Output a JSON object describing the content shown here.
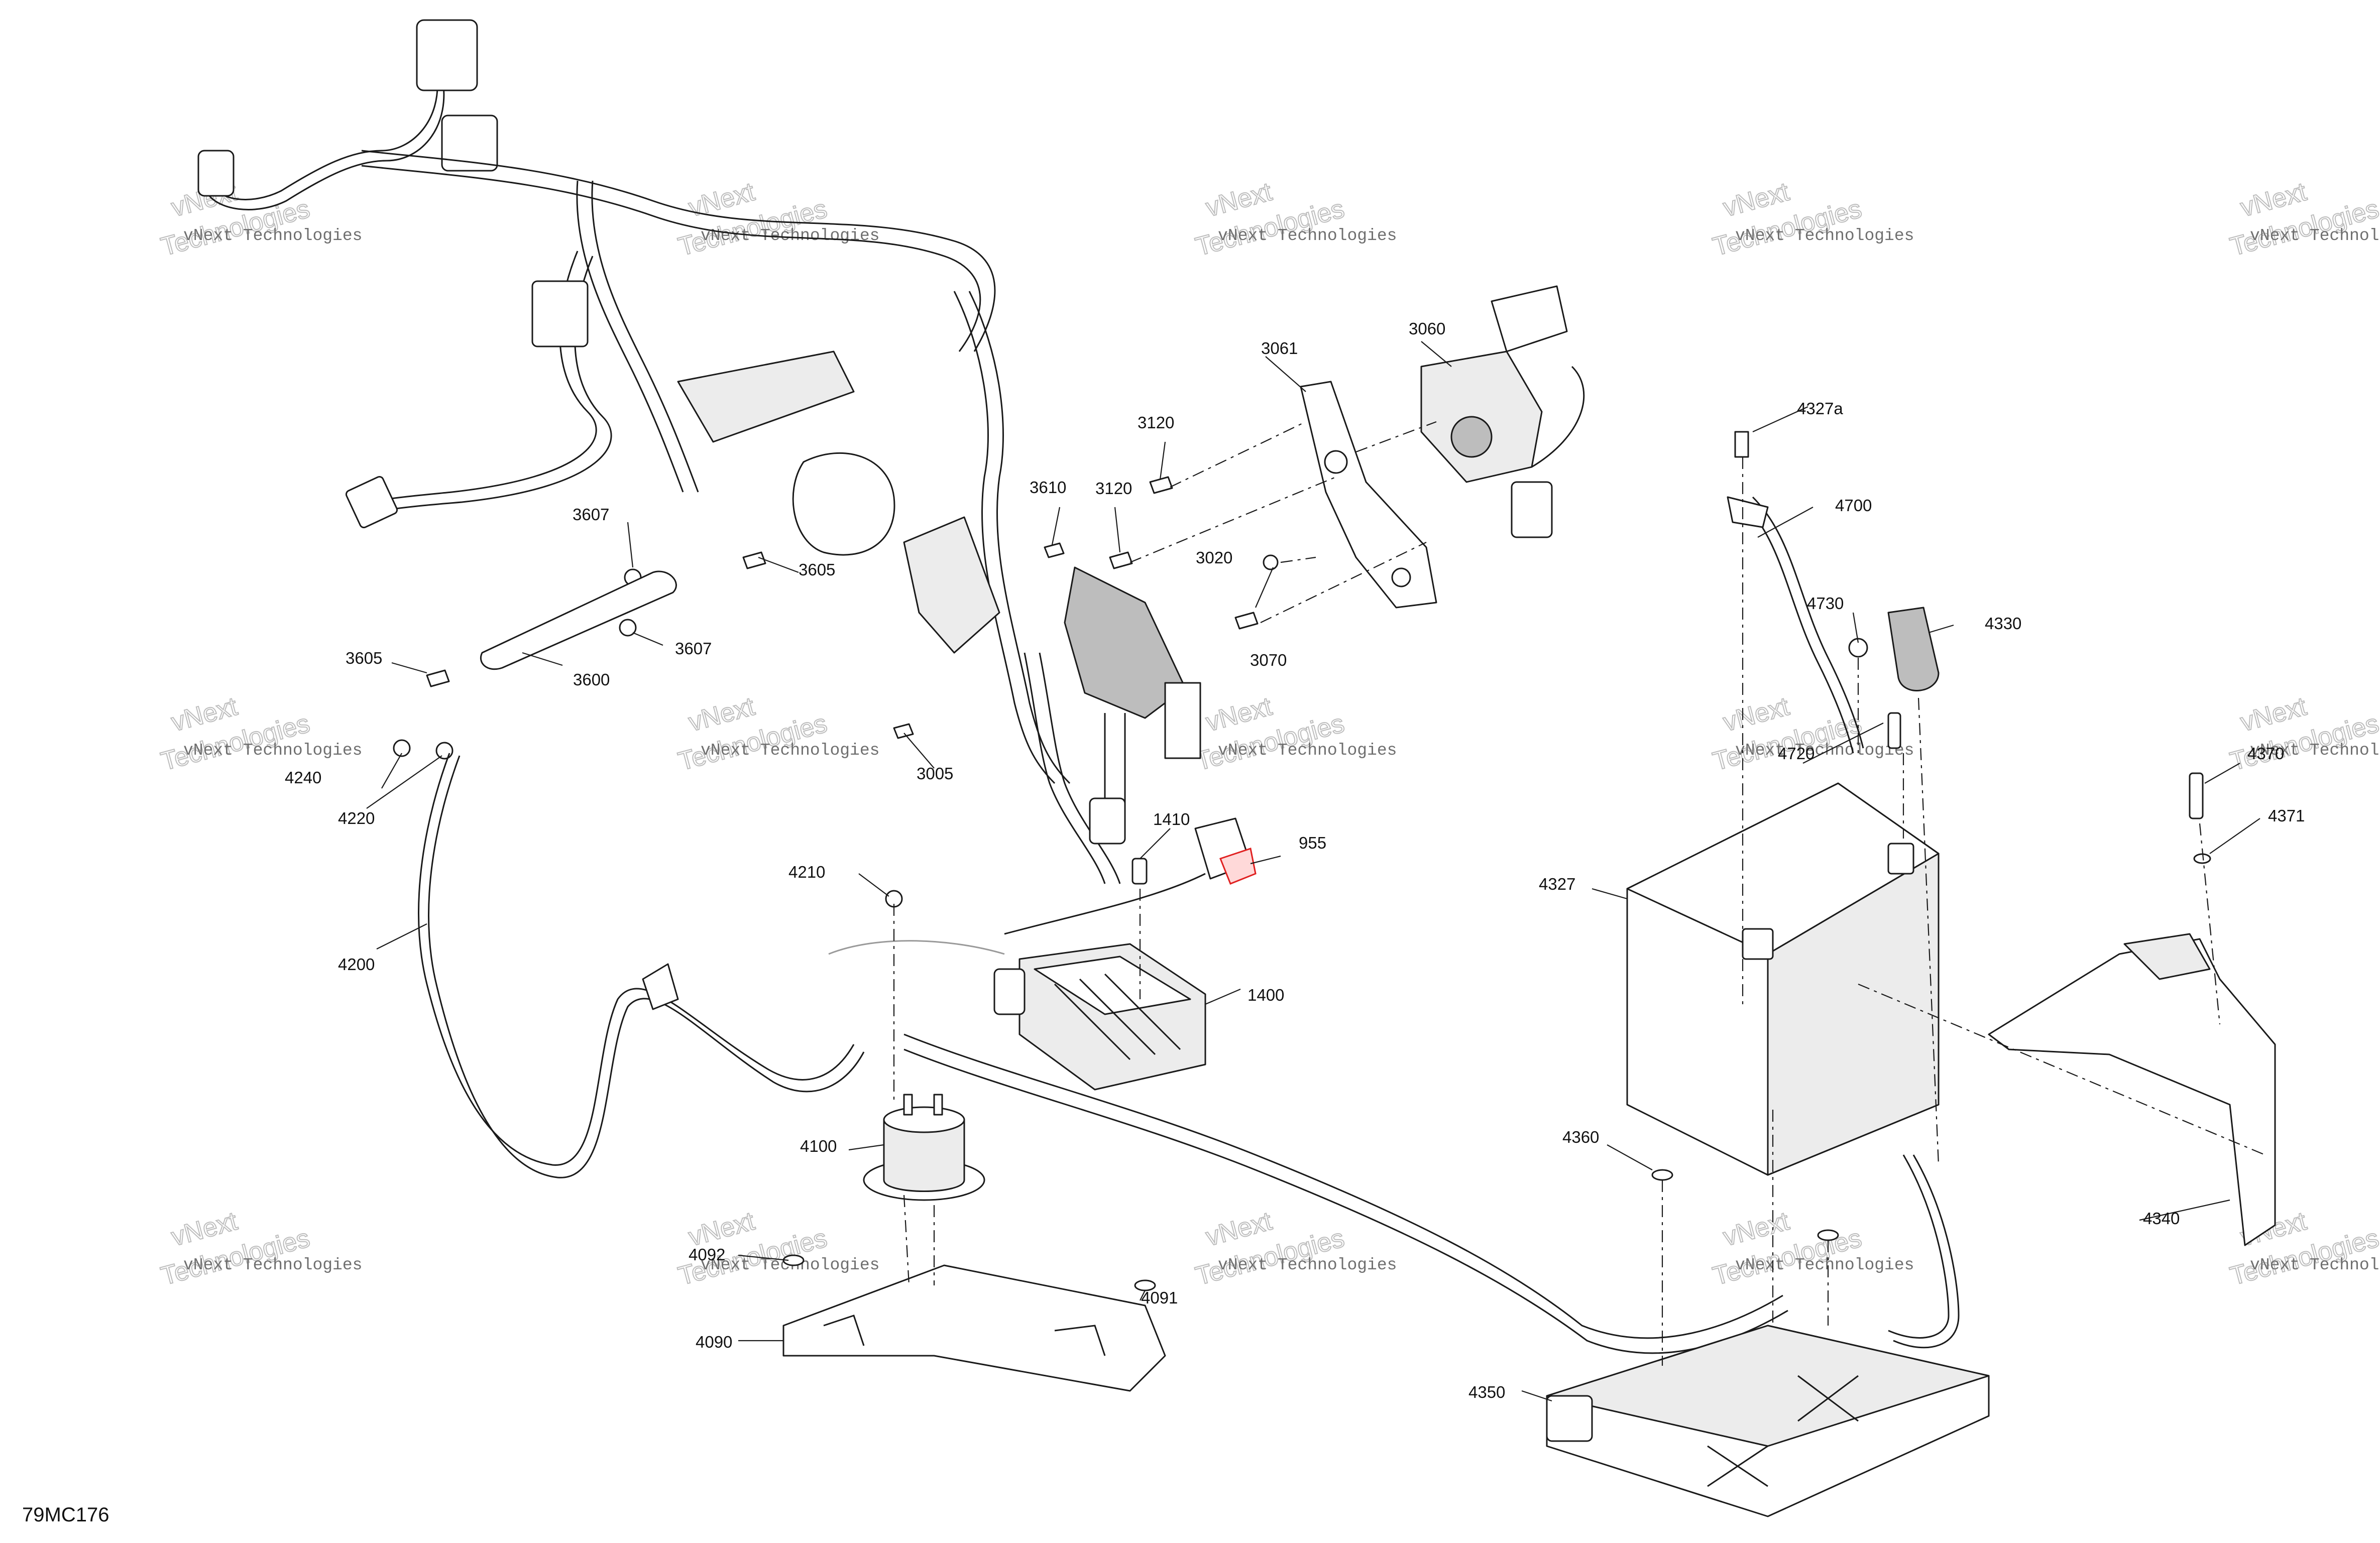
{
  "diagram_id": "79MC176",
  "watermark": {
    "line1": "vNext Technologies",
    "line2": "vNext",
    "line3": "Technologies"
  },
  "callouts": {
    "c955": "955",
    "c1400": "1400",
    "c1410": "1410",
    "c3005": "3005",
    "c3020": "3020",
    "c3060": "3060",
    "c3061": "3061",
    "c3070": "3070",
    "c3120a": "3120",
    "c3120b": "3120",
    "c3600": "3600",
    "c3605a": "3605",
    "c3605b": "3605",
    "c3607a": "3607",
    "c3607b": "3607",
    "c3610": "3610",
    "c4090": "4090",
    "c4091": "4091",
    "c4092": "4092",
    "c4100": "4100",
    "c4200": "4200",
    "c4210": "4210",
    "c4220": "4220",
    "c4240": "4240",
    "c4327": "4327",
    "c4327a": "4327a",
    "c4330": "4330",
    "c4340": "4340",
    "c4350": "4350",
    "c4360": "4360",
    "c4370": "4370",
    "c4371": "4371",
    "c4700": "4700",
    "c4720": "4720",
    "c4730": "4730"
  },
  "colors": {
    "line": "#1a1a1a",
    "highlight": "#e02020",
    "watermark": "#bdbdbd"
  }
}
